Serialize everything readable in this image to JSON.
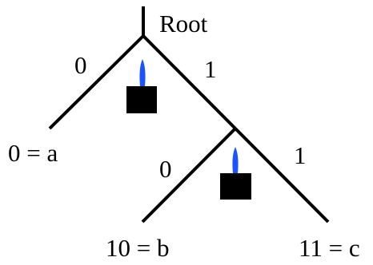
{
  "tree": {
    "root_label": "Root",
    "edge_left_label": "0",
    "edge_right_label": "1",
    "leaf_left_label": "0 = a",
    "inner": {
      "edge_left_label": "0",
      "edge_right_label": "1",
      "leaf_left_label": "10 = b",
      "leaf_right_label": "11 = c"
    }
  },
  "colors": {
    "line": "#000000",
    "flame": "#1a53ff",
    "block": "#000000"
  },
  "icons": {
    "node_marker": "candle-icon"
  }
}
